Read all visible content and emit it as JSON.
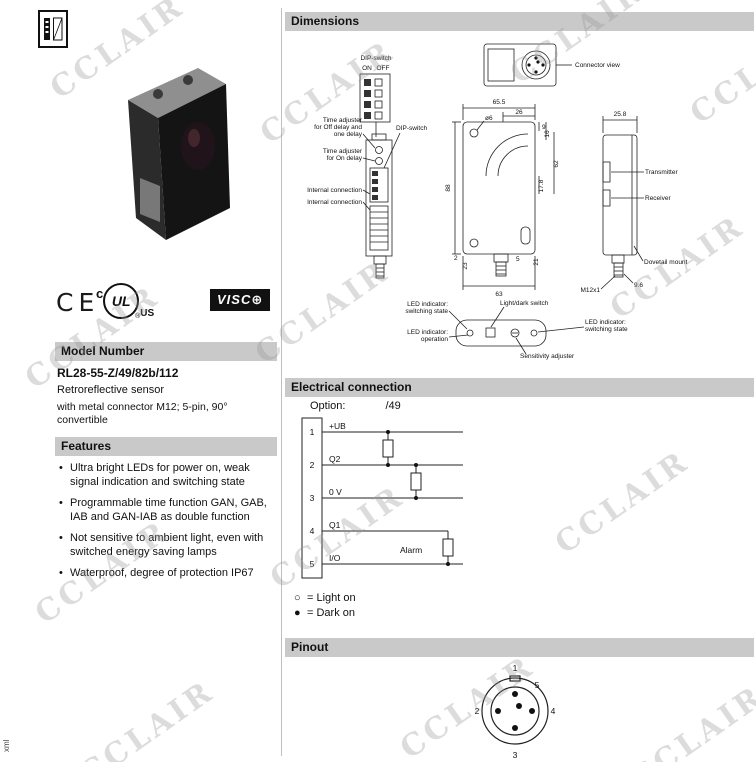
{
  "watermark_text": "CCLAIR",
  "page": {
    "edge_text": "xml"
  },
  "left": {
    "logos": {
      "ce": "CE",
      "ul": "UL",
      "ul_reg": "®",
      "ul_c": "c",
      "ul_us": "US",
      "visco": "VISC",
      "visco_symbol": "⊕"
    },
    "model": {
      "header": "Model Number",
      "number": "RL28-55-Z/49/82b/112",
      "subtitle": "Retroreflective sensor",
      "description": "with metal connector M12; 5-pin, 90° convertible"
    },
    "features": {
      "header": "Features",
      "items": [
        "Ultra bright LEDs for power on, weak signal indication and switching state",
        "Programmable time function GAN, GAB, IAB and GAN-IAB as double function",
        "Not sensitive to ambient light, even with switched energy saving lamps",
        "Waterproof, degree of protection IP67"
      ]
    }
  },
  "dimensions": {
    "header": "Dimensions",
    "labels": {
      "dip_switch_detail": "DIP-switch",
      "dip_on": "ON",
      "dip_off": "OFF",
      "connector_view": "Connector view",
      "time_adjuster_off": [
        "Time adjuster",
        "for Off delay and",
        "one delay"
      ],
      "time_adjuster_on": [
        "Time adjuster",
        "for On delay"
      ],
      "dip_switch": "DIP-switch",
      "internal_connection_top": "Internal connection",
      "internal_connection_bottom": "Internal connection",
      "transmitter": "Transmitter",
      "receiver": "Receiver",
      "dovetail_mount": "Dovetail mount",
      "led_switching_left": [
        "LED indicator:",
        "switching state"
      ],
      "light_dark_switch": "Light/dark switch",
      "led_switching_right": [
        "LED indicator:",
        "switching state"
      ],
      "led_operation": [
        "LED indicator:",
        "operation"
      ],
      "sensitivity_adjuster": "Sensitivity adjuster"
    },
    "measurements": {
      "width_total": "65.5",
      "width_upper": "26",
      "hole_dia": "ø6",
      "side_width": "25.8",
      "height_total": "88",
      "height_optics": "62",
      "d17_8": "17.8",
      "d16": "16",
      "d9": "9",
      "d2": "2",
      "d23": "23",
      "d5": "5",
      "d21": "21",
      "d63": "63",
      "thread": "M12x1",
      "d9_6": "9.6"
    }
  },
  "electrical": {
    "header": "Electrical connection",
    "option_label": "Option:",
    "option_value": "/49",
    "pins": [
      {
        "num": "1",
        "label": "+UB"
      },
      {
        "num": "2",
        "label": "Q2"
      },
      {
        "num": "3",
        "label": "0 V"
      },
      {
        "num": "4",
        "label": "Q1"
      },
      {
        "num": "5",
        "label": "I/O"
      }
    ],
    "alarm_label": "Alarm",
    "legend": [
      {
        "symbol": "○",
        "text": "= Light on"
      },
      {
        "symbol": "●",
        "text": "= Dark on"
      }
    ]
  },
  "pinout": {
    "header": "Pinout",
    "pins": [
      "1",
      "2",
      "3",
      "4",
      "5"
    ]
  }
}
